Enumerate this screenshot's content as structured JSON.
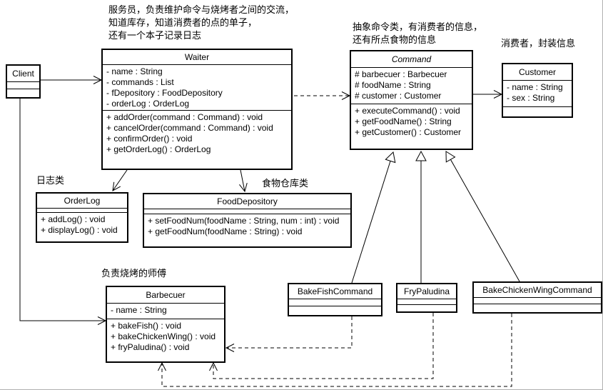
{
  "notes": {
    "waiter_note": {
      "line1": "服务员，负责维护命令与烧烤者之间的交流，",
      "line2": "知道库存，知道消费者的点的单子，",
      "line3": "还有一个本子记录日志"
    },
    "command_note": {
      "line1": "抽象命令类，有消费者的信息，",
      "line2": "还有所点食物的信息"
    },
    "customer_note": "消费者，封装信息",
    "orderlog_note": "日志类",
    "fooddepository_note": "食物仓库类",
    "barbecuer_note": "负责烧烤的师傅"
  },
  "classes": {
    "client": {
      "name": "Client",
      "attributes": [],
      "methods": []
    },
    "waiter": {
      "name": "Waiter",
      "attributes": [
        "- name : String",
        "- commands : List",
        "- fDepository : FoodDepository",
        "- orderLog : OrderLog"
      ],
      "methods": [
        "+ addOrder(command : Command) : void",
        "+ cancelOrder(command : Command) : void",
        "+ confirmOrder() : void",
        "+ getOrderLog() : OrderLog"
      ]
    },
    "command": {
      "name": "Command",
      "abstract": true,
      "attributes": [
        "# barbecuer : Barbecuer",
        "# foodName : String",
        "# customer : Customer"
      ],
      "methods": [
        "+ executeCommand() : void",
        "+ getFoodName() : String",
        "+ getCustomer() : Customer"
      ]
    },
    "customer": {
      "name": "Customer",
      "attributes": [
        "- name : String",
        "- sex : String"
      ],
      "methods": []
    },
    "orderlog": {
      "name": "OrderLog",
      "attributes": [],
      "methods": [
        "+ addLog() : void",
        "+ displayLog() : void"
      ]
    },
    "fooddepository": {
      "name": "FoodDepository",
      "attributes": [],
      "methods": [
        "+ setFoodNum(foodName : String, num : int) : void",
        "+ getFoodNum(foodName : String) : void"
      ]
    },
    "barbecuer": {
      "name": "Barbecuer",
      "attributes": [
        "- name : String"
      ],
      "methods": [
        "+ bakeFish() : void",
        "+ bakeChickenWing() : void",
        "+ fryPaludina() : void"
      ]
    },
    "bakefishcommand": {
      "name": "BakeFishCommand",
      "attributes": [],
      "methods": []
    },
    "frypaludina": {
      "name": "FryPaludina",
      "attributes": [],
      "methods": []
    },
    "bakechickenwingcommand": {
      "name": "BakeChickenWingCommand",
      "attributes": [],
      "methods": []
    }
  },
  "relationships": [
    {
      "from": "Client",
      "to": "Waiter",
      "type": "association"
    },
    {
      "from": "Client",
      "to": "Barbecuer",
      "type": "association"
    },
    {
      "from": "Waiter",
      "to": "Command",
      "type": "dependency"
    },
    {
      "from": "Command",
      "to": "Customer",
      "type": "association"
    },
    {
      "from": "Waiter",
      "to": "OrderLog",
      "type": "association"
    },
    {
      "from": "Waiter",
      "to": "FoodDepository",
      "type": "association"
    },
    {
      "from": "BakeFishCommand",
      "to": "Command",
      "type": "generalization"
    },
    {
      "from": "FryPaludina",
      "to": "Command",
      "type": "generalization"
    },
    {
      "from": "BakeChickenWingCommand",
      "to": "Command",
      "type": "generalization"
    },
    {
      "from": "BakeFishCommand",
      "to": "Barbecuer",
      "type": "dependency"
    },
    {
      "from": "FryPaludina",
      "to": "Barbecuer",
      "type": "dependency"
    },
    {
      "from": "BakeChickenWingCommand",
      "to": "Barbecuer",
      "type": "dependency"
    }
  ],
  "colors": {
    "line": "#000000",
    "background": "#ffffff",
    "box_fill": "#ffffff"
  }
}
